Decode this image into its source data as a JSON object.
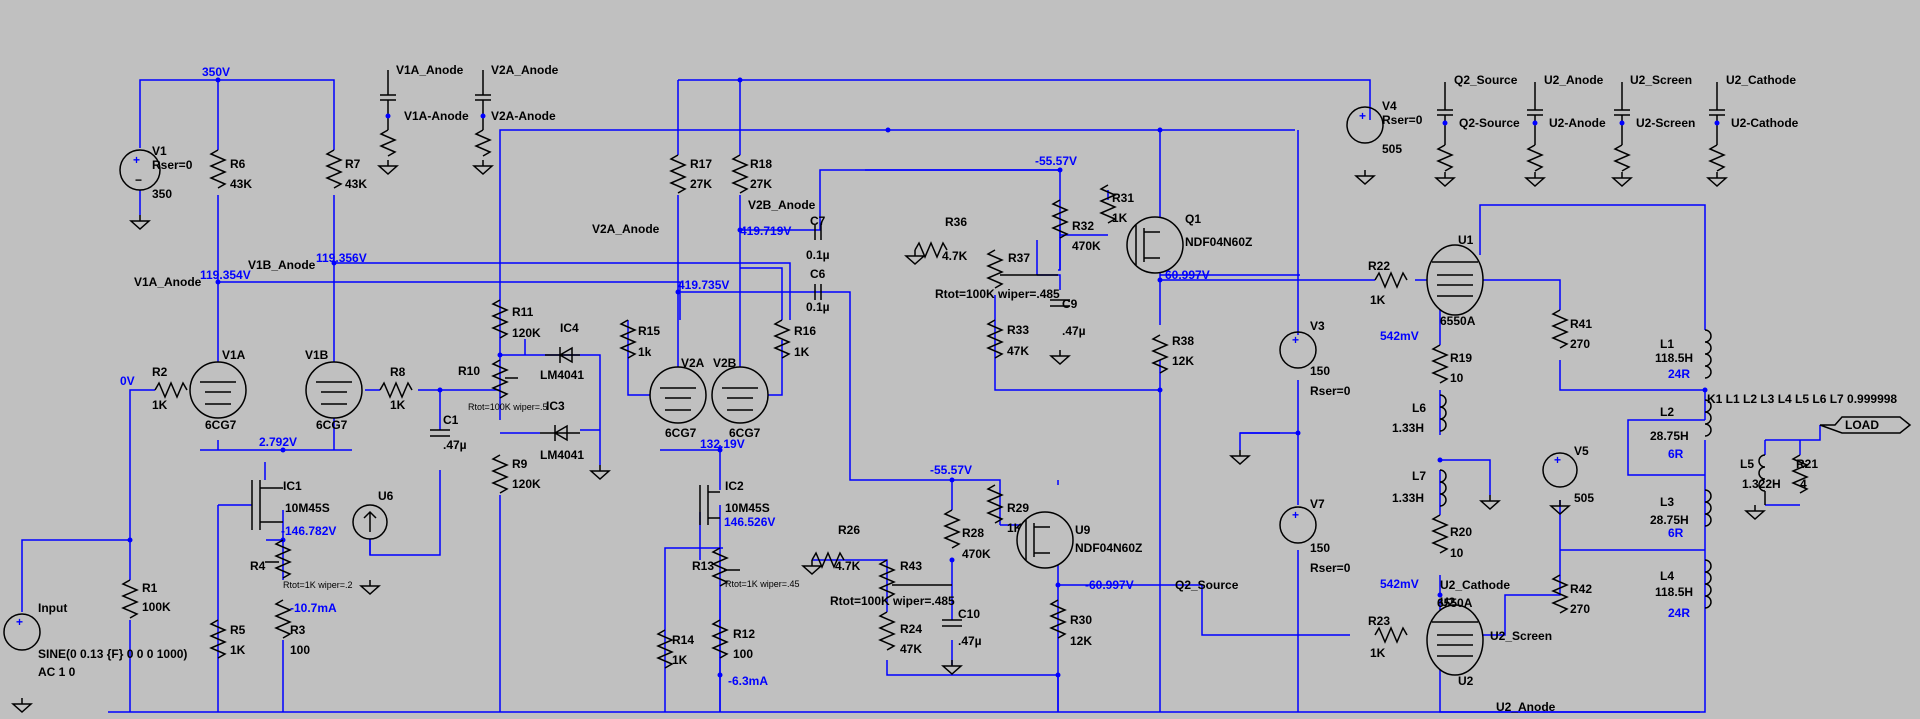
{
  "colors": {
    "background": "#c0c0c0",
    "wire": "#0000ff",
    "component": "#000000",
    "net_label": "#0000ff"
  },
  "sources": {
    "V1": {
      "name": "V1",
      "param": "Rser=0",
      "value": "350"
    },
    "V4": {
      "name": "V4",
      "param": "Rser=0",
      "value": "505"
    },
    "V3": {
      "name": "V3",
      "value": "150",
      "param": "Rser=0"
    },
    "V7": {
      "name": "V7",
      "value": "150",
      "param": "Rser=0"
    },
    "V5": {
      "name": "V5",
      "value": "505"
    },
    "Input": {
      "name": "Input",
      "func": "SINE(0 0.13 {F} 0 0 0 1000)",
      "ac": "AC 1 0"
    }
  },
  "resistors": {
    "R1": {
      "name": "R1",
      "value": "100K"
    },
    "R2": {
      "name": "R2",
      "value": "1K"
    },
    "R3": {
      "name": "R3",
      "value": "100"
    },
    "R4": {
      "name": "R4",
      "note": "Rtot=1K wiper=.2"
    },
    "R5": {
      "name": "R5",
      "value": "1K"
    },
    "R6": {
      "name": "R6",
      "value": "43K"
    },
    "R7": {
      "name": "R7",
      "value": "43K"
    },
    "R8": {
      "name": "R8",
      "value": "1K"
    },
    "R9": {
      "name": "R9",
      "value": "120K"
    },
    "R10": {
      "name": "R10",
      "note": "Rtot=100K wiper=.5"
    },
    "R11": {
      "name": "R11",
      "value": "120K"
    },
    "R12": {
      "name": "R12",
      "value": "100"
    },
    "R13": {
      "name": "R13",
      "note": "Rtot=1K wiper=.45"
    },
    "R14": {
      "name": "R14",
      "value": "1K"
    },
    "R15": {
      "name": "R15",
      "value": "1k"
    },
    "R16": {
      "name": "R16",
      "value": "1K"
    },
    "R17": {
      "name": "R17",
      "value": "27K"
    },
    "R18": {
      "name": "R18",
      "value": "27K"
    },
    "R19": {
      "name": "R19",
      "value": "10"
    },
    "R20": {
      "name": "R20",
      "value": "10"
    },
    "R21": {
      "name": "R21",
      "value": "4"
    },
    "R22": {
      "name": "R22",
      "value": "1K"
    },
    "R23": {
      "name": "R23",
      "value": "1K"
    },
    "R24": {
      "name": "R24",
      "value": "47K"
    },
    "R26": {
      "name": "R26",
      "value": "4.7K"
    },
    "R28": {
      "name": "R28",
      "value": "470K"
    },
    "R29": {
      "name": "R29",
      "value": "1K"
    },
    "R30": {
      "name": "R30",
      "value": "12K"
    },
    "R31": {
      "name": "R31",
      "value": "1K"
    },
    "R32": {
      "name": "R32",
      "value": "470K"
    },
    "R33": {
      "name": "R33",
      "value": "47K"
    },
    "R36": {
      "name": "R36",
      "value": "4.7K"
    },
    "R37": {
      "name": "R37",
      "note": "Rtot=100K wiper=.485"
    },
    "R38": {
      "name": "R38",
      "value": "12K"
    },
    "R41": {
      "name": "R41",
      "value": "270"
    },
    "R42": {
      "name": "R42",
      "value": "270"
    },
    "R43": {
      "name": "R43",
      "note": "Rtot=100K wiper=.485"
    }
  },
  "capacitors": {
    "C1": {
      "name": "C1",
      "value": ".47µ"
    },
    "C6": {
      "name": "C6",
      "value": "0.1µ"
    },
    "C7": {
      "name": "C7",
      "value": "0.1µ"
    },
    "C9": {
      "name": "C9",
      "value": ".47µ"
    },
    "C10": {
      "name": "C10",
      "value": ".47µ"
    }
  },
  "inductors": {
    "L1": {
      "name": "L1",
      "value": "118.5H",
      "ser": "24R"
    },
    "L2": {
      "name": "L2",
      "value": "28.75H",
      "ser": "6R"
    },
    "L3": {
      "name": "L3",
      "value": "28.75H",
      "ser": "6R"
    },
    "L4": {
      "name": "L4",
      "value": "118.5H",
      "ser": "24R"
    },
    "L5": {
      "name": "L5",
      "value": "1.322H"
    },
    "L6": {
      "name": "L6",
      "value": "1.33H"
    },
    "L7": {
      "name": "L7",
      "value": "1.33H"
    },
    "K1": "K1 L1 L2 L3 L4 L5 L6 L7 0.999998"
  },
  "tubes": {
    "V1A": {
      "name": "V1A",
      "type": "6CG7"
    },
    "V1B": {
      "name": "V1B",
      "type": "6CG7"
    },
    "V2A": {
      "name": "V2A",
      "type": "6CG7"
    },
    "V2B": {
      "name": "V2B",
      "type": "6CG7"
    },
    "U1": {
      "name": "U1",
      "type": "6550A"
    },
    "U2": {
      "name": "U2",
      "type": "6550A"
    }
  },
  "semis": {
    "IC1": {
      "name": "IC1",
      "type": "10M45S"
    },
    "IC2": {
      "name": "IC2",
      "type": "10M45S"
    },
    "IC3": {
      "name": "IC3",
      "type": "LM4041"
    },
    "IC4": {
      "name": "IC4",
      "type": "LM4041"
    },
    "Q1": {
      "name": "Q1",
      "type": "NDF04N60Z"
    },
    "U9": {
      "name": "U9",
      "type": "NDF04N60Z"
    },
    "U6": {
      "name": "U6"
    }
  },
  "nets": {
    "v1a_anode": "V1A_Anode",
    "v1b_anode": "V1B_Anode",
    "v2a_anode": "V2A_Anode",
    "v2b_anode": "V2B_Anode",
    "v1a_probe": "V1A-Anode",
    "v2a_probe": "V2A-Anode",
    "q2_source": "Q2_Source",
    "q2_probe": "Q2-Source",
    "u2_anode": "U2_Anode",
    "u2_anode_probe": "U2-Anode",
    "u2_screen": "U2_Screen",
    "u2_screen_probe": "U2-Screen",
    "u2_cathode": "U2_Cathode",
    "u2_cathode_probe": "U2-Cathode",
    "load": "LOAD"
  },
  "annotations": {
    "v350": "350V",
    "v0": "0V",
    "v119a": "119.354V",
    "v119b": "119.356V",
    "v2792": "2.792V",
    "vm146a": "-146.782V",
    "i107": "-10.7mA",
    "v419b": "419.719V",
    "v419a": "419.735V",
    "v132": "132.19V",
    "v146": "146.526V",
    "i63": "-6.3mA",
    "vm5557a": "-55.57V",
    "vm5557b": "-55.57V",
    "v60997": "60.997V",
    "vm60997": "-60.997V",
    "mv542a": "542mV",
    "mv542b": "542mV"
  }
}
